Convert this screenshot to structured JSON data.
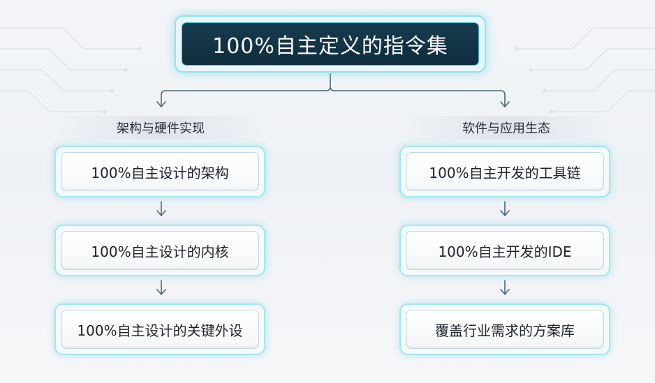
{
  "title": "100%自主定义的指令集",
  "left_branch": {
    "label": "架构与硬件实现",
    "items": [
      {
        "label": "100%自主设计的架构"
      },
      {
        "label": "100%自主设计的内核"
      },
      {
        "label": "100%自主设计的关键外设"
      }
    ]
  },
  "right_branch": {
    "label": "软件与应用生态",
    "items": [
      {
        "label": "100%自主开发的工具链"
      },
      {
        "label": "100%自主开发的IDE"
      },
      {
        "label": "覆盖行业需求的方案库"
      }
    ]
  },
  "colors": {
    "accent_glow": "#4fd4e4",
    "title_fill": "#12344a",
    "connector": "#4a6777"
  }
}
